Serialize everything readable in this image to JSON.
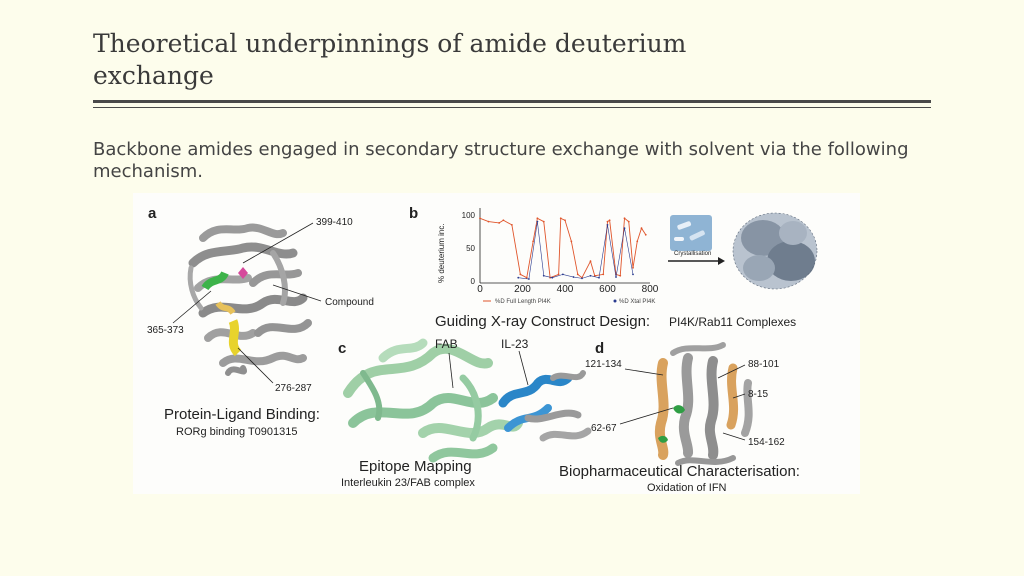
{
  "slide": {
    "title": "Theoretical underpinnings of amide deuterium exchange",
    "body": "Backbone amides engaged in secondary structure exchange with solvent via the following mechanism."
  },
  "figure": {
    "panel_a": {
      "letter": "a",
      "labels": [
        "399-410",
        "Compound",
        "365-373",
        "276-287"
      ],
      "caption": "Protein-Ligand Binding:",
      "subcaption": "RORg binding T0901315"
    },
    "panel_b": {
      "letter": "b",
      "ylabel": "% deuterium inc.",
      "yticks": [
        "100",
        "50",
        "0"
      ],
      "xticks": [
        "0",
        "200",
        "400",
        "600",
        "800"
      ],
      "legend": [
        "%D Full Length PI4K",
        "%D Xtal PI4K"
      ],
      "arrow_label": "Crystallisation",
      "caption_main": "Guiding X-ray Construct Design:",
      "caption_tail": "PI4K/Rab11 Complexes"
    },
    "panel_c": {
      "letter": "c",
      "labels": [
        "FAB",
        "IL-23"
      ],
      "caption": "Epitope Mapping",
      "subcaption": "Interleukin 23/FAB complex"
    },
    "panel_d": {
      "letter": "d",
      "labels": [
        "121-134",
        "88-101",
        "8-15",
        "62-67",
        "154-162"
      ],
      "caption": "Biopharmaceutical Characterisation:",
      "subcaption": "Oxidation of IFN"
    }
  },
  "colors": {
    "background": "#fdfdec",
    "title": "#3a3a3a",
    "series_full_length": "#e0552b",
    "series_xtal": "#2a3b8f",
    "helix_gray": "#9a9a9a",
    "fab_green": "#9fcfa6",
    "il23_blue": "#2a86c8",
    "highlight_orange": "#d9a25e"
  },
  "chart_data": {
    "type": "line",
    "xlabel": "",
    "ylabel": "% deuterium inc.",
    "xlim": [
      0,
      800
    ],
    "ylim": [
      0,
      100
    ],
    "series": [
      {
        "name": "%D Full Length PI4K",
        "x": [
          0,
          40,
          90,
          110,
          150,
          190,
          220,
          250,
          270,
          300,
          330,
          370,
          380,
          400,
          430,
          460,
          480,
          520,
          540,
          580,
          600,
          610,
          640,
          660,
          680,
          700,
          720,
          740,
          760,
          780
        ],
        "values": [
          95,
          90,
          88,
          92,
          85,
          10,
          5,
          60,
          95,
          90,
          5,
          10,
          95,
          92,
          60,
          10,
          5,
          30,
          8,
          10,
          90,
          92,
          10,
          8,
          95,
          90,
          20,
          60,
          80,
          70
        ]
      },
      {
        "name": "%D Xtal PI4K",
        "x": [
          180,
          230,
          270,
          300,
          340,
          390,
          440,
          480,
          520,
          560,
          600,
          640,
          680,
          720
        ],
        "values": [
          5,
          3,
          90,
          8,
          5,
          10,
          6,
          4,
          8,
          5,
          85,
          6,
          80,
          10
        ]
      }
    ]
  }
}
